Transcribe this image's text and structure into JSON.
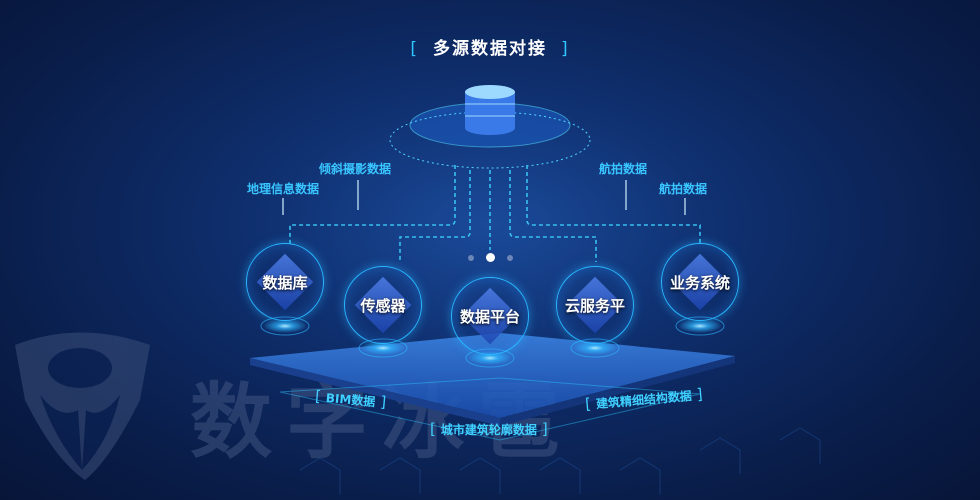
{
  "header": {
    "title": "多源数据对接",
    "bracket_left": "[",
    "bracket_right": "]"
  },
  "sources": [
    {
      "label": "倾斜摄影数据"
    },
    {
      "label": "地理信息数据"
    },
    {
      "label": "航拍数据"
    },
    {
      "label": "航拍数据"
    }
  ],
  "nodes": [
    {
      "label": "数据库"
    },
    {
      "label": "传感器"
    },
    {
      "label": "数据平台"
    },
    {
      "label": "云服务平"
    },
    {
      "label": "业务系统"
    }
  ],
  "base_labels": [
    {
      "label": "BIM数据"
    },
    {
      "label": "城市建筑轮廓数据"
    },
    {
      "label": "建筑精细结构数据"
    }
  ],
  "pager": {
    "total": 3,
    "active": 2
  },
  "watermark": {
    "text": "数字冰雹"
  },
  "colors": {
    "accent": "#2fc6ff",
    "background": "#0f2f6e"
  }
}
